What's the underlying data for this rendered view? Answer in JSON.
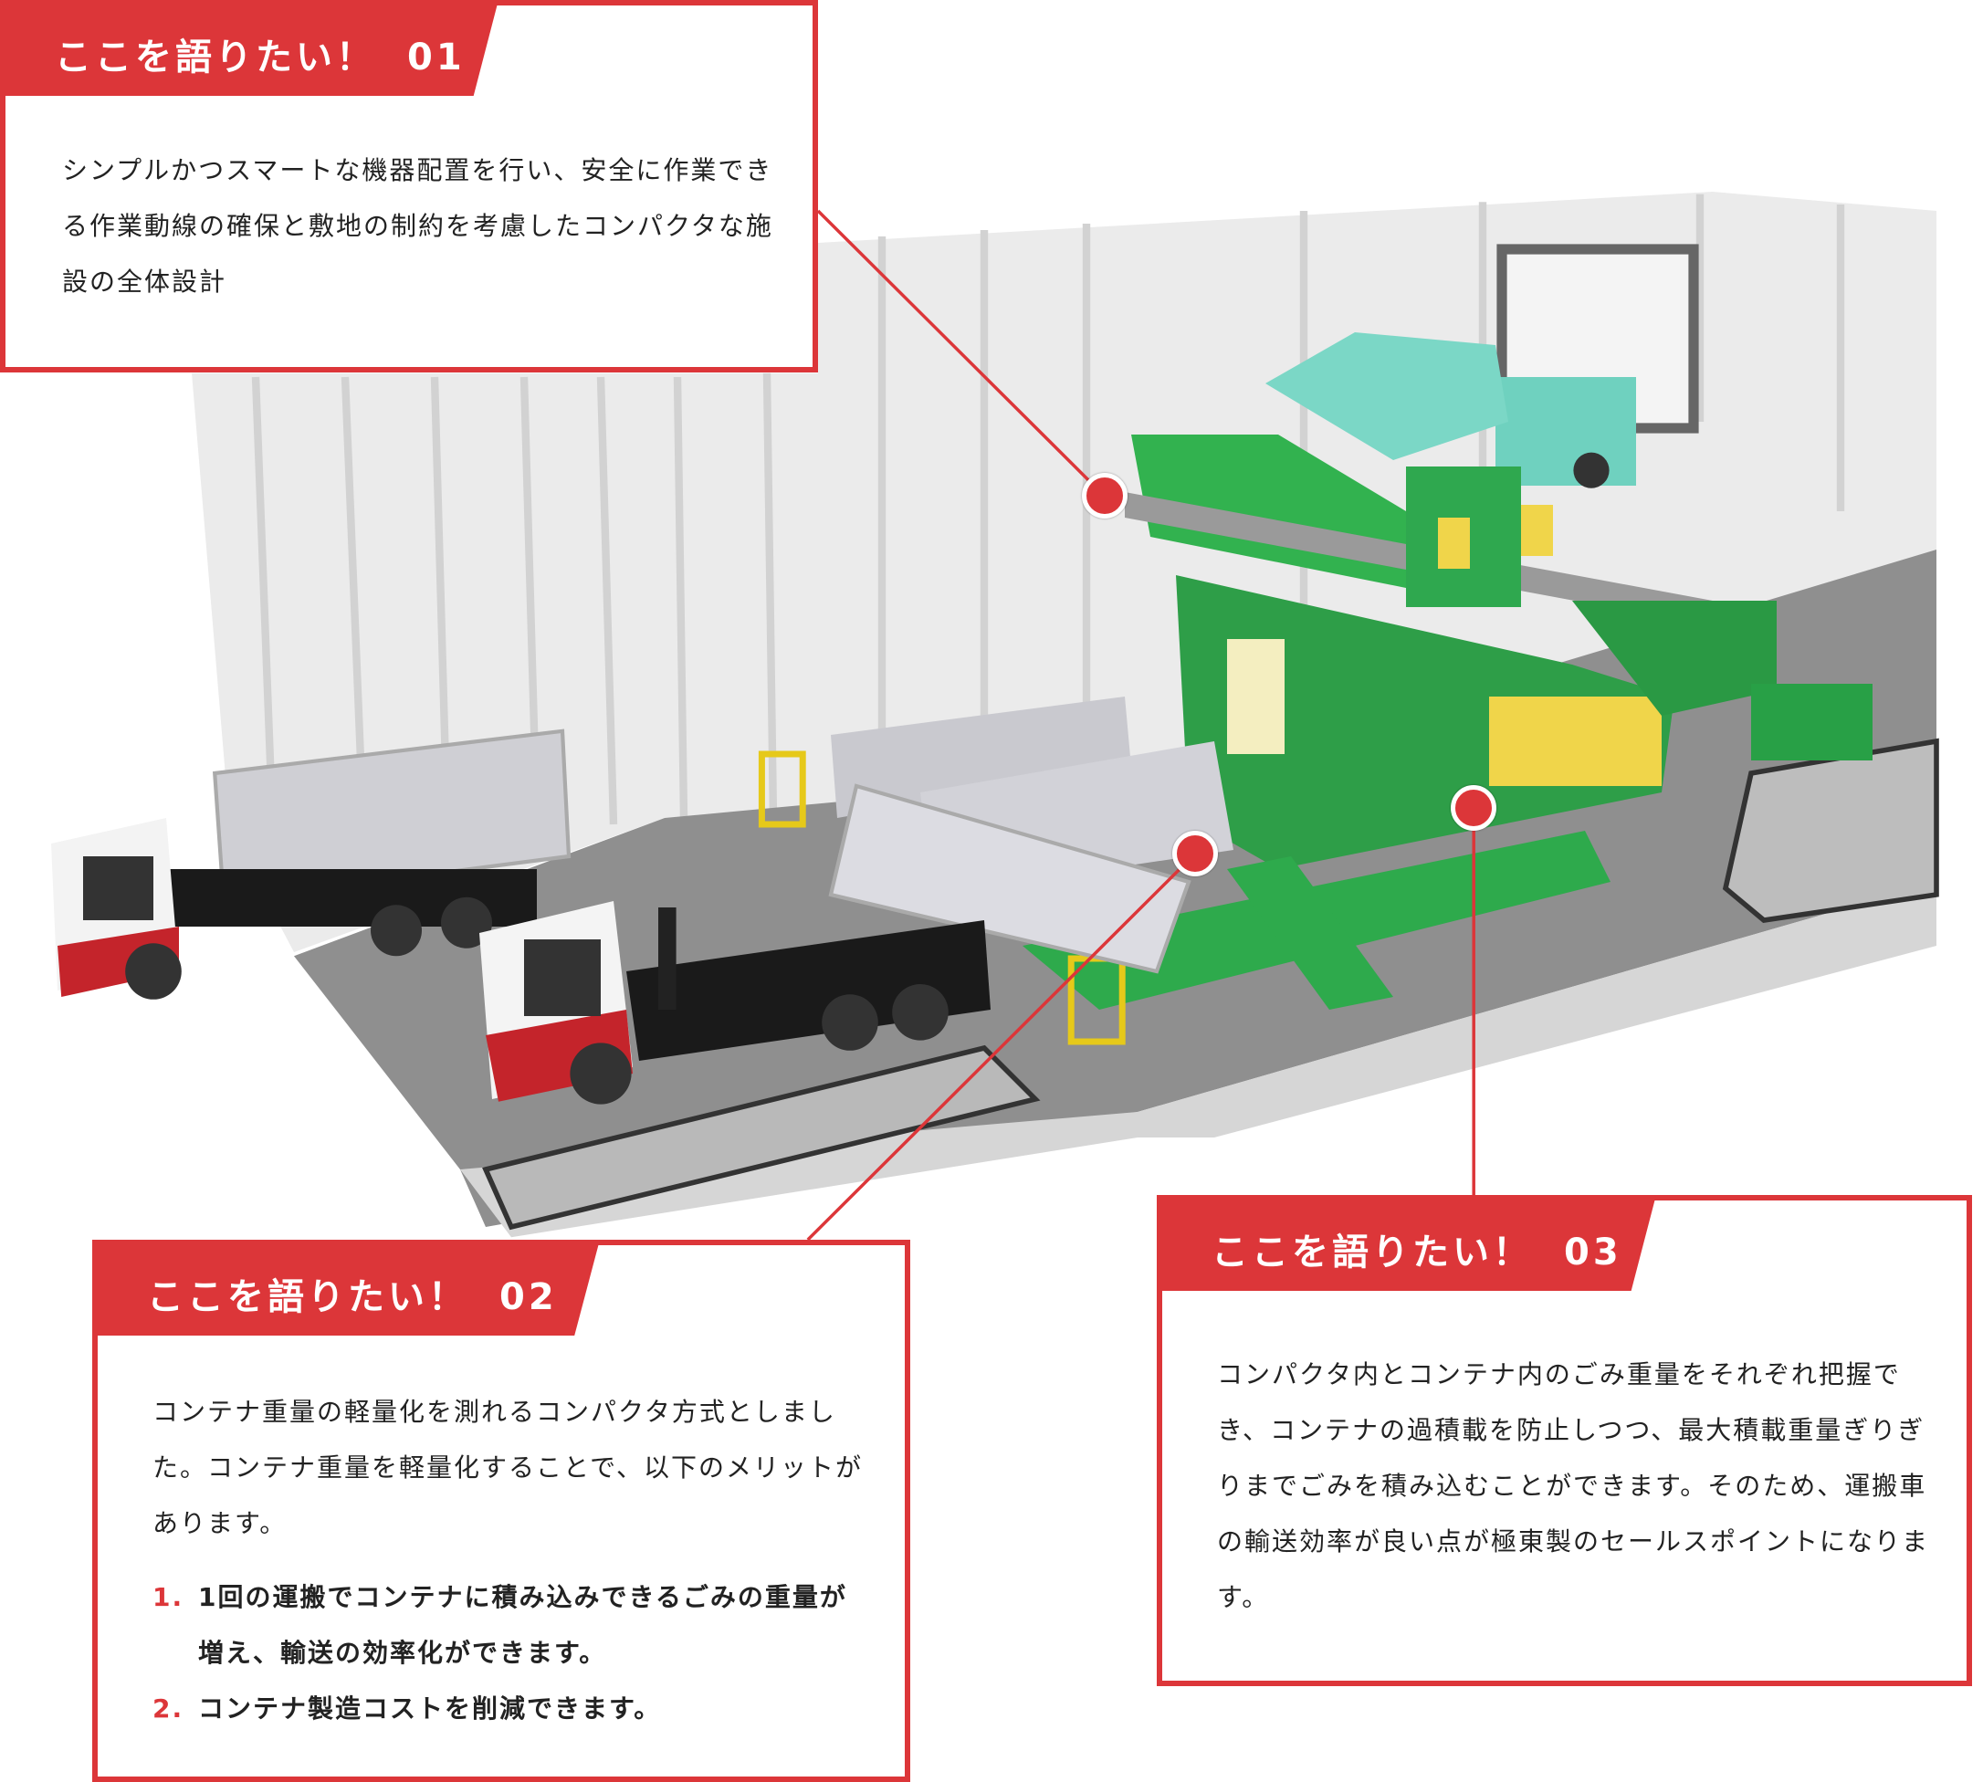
{
  "colors": {
    "accent": "#dc3639",
    "machine_green": "#2fa84f",
    "teal": "#6fd1bf"
  },
  "callouts": [
    {
      "heading": "ここを語りたい！",
      "number": "01",
      "text": "シンプルかつスマートな機器配置を行い、安全に作業できる作業動線の確保と敷地の制約を考慮したコンパクタな施設の全体設計"
    },
    {
      "heading": "ここを語りたい！",
      "number": "02",
      "text": "コンテナ重量の軽量化を測れるコンパクタ方式としました。コンテナ重量を軽量化することで、以下のメリットがあります。",
      "list": [
        {
          "num": "1.",
          "text": "1回の運搬でコンテナに積み込みできるごみの重量が増え、輸送の効率化ができます。"
        },
        {
          "num": "2.",
          "text": "コンテナ製造コストを削減できます。"
        }
      ]
    },
    {
      "heading": "ここを語りたい！",
      "number": "03",
      "text": "コンパクタ内とコンテナ内のごみ重量をそれぞれ把握でき、コンテナの過積載を防止しつつ、最大積載重量ぎりぎりまでごみを積み込むことができます。そのため、運搬車の輸送効率が良い点が極東製のセールスポイントになります。"
    }
  ]
}
